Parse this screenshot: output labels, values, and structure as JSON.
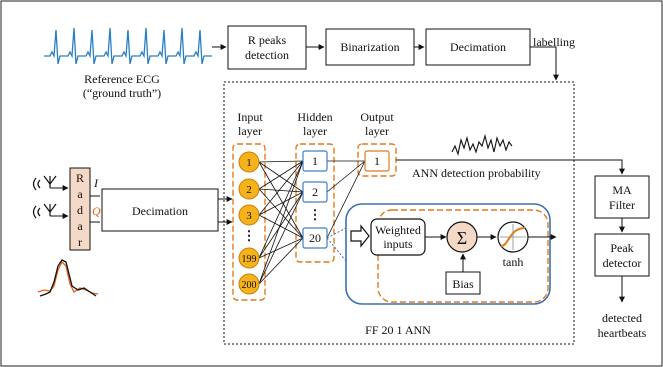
{
  "reference": {
    "title": "Reference ECG",
    "subtitle": "(“ground truth”)"
  },
  "pipeline_top": {
    "r_peaks_line1": "R peaks",
    "r_peaks_line2": "detection",
    "binarization": "Binarization",
    "decimation": "Decimation",
    "labelling": "labelling"
  },
  "radar": {
    "letters": [
      "R",
      "a",
      "d",
      "a",
      "r"
    ],
    "i_label": "I",
    "q_label": "Q",
    "decimation": "Decimation"
  },
  "ann": {
    "input_layer_line1": "Input",
    "input_layer_line2": "layer",
    "hidden_layer_line1": "Hidden",
    "hidden_layer_line2": "layer",
    "output_layer_line1": "Output",
    "output_layer_line2": "layer",
    "input_nodes": [
      "1",
      "2",
      "3",
      "⋮",
      "199",
      "200"
    ],
    "hidden_nodes": [
      "1",
      "2",
      "⋮",
      "20"
    ],
    "output_node": "1",
    "detection_probability": "ANN detection probability",
    "footer": "FF 20 1 ANN"
  },
  "neuron": {
    "weighted_line1": "Weighted",
    "weighted_line2": "inputs",
    "sum_symbol": "Σ",
    "bias": "Bias",
    "activation": "tanh"
  },
  "post": {
    "ma_line1": "MA",
    "ma_line2": "Filter",
    "peak_line1": "Peak",
    "peak_line2": "detector",
    "out_line1": "detected",
    "out_line2": "heartbeats"
  },
  "colors": {
    "ecg": "#2a7fc0",
    "node_fill": "#f5b21a",
    "node_stroke": "#c97c0c",
    "dashed_orange": "#e07b1a",
    "hidden_node_stroke": "#3d7fc4",
    "neuron_panel": "#3d6fb4",
    "radar_fill": "#f4d9c6",
    "radar_signal_black": "#111111",
    "radar_signal_orange": "#e4601a"
  }
}
